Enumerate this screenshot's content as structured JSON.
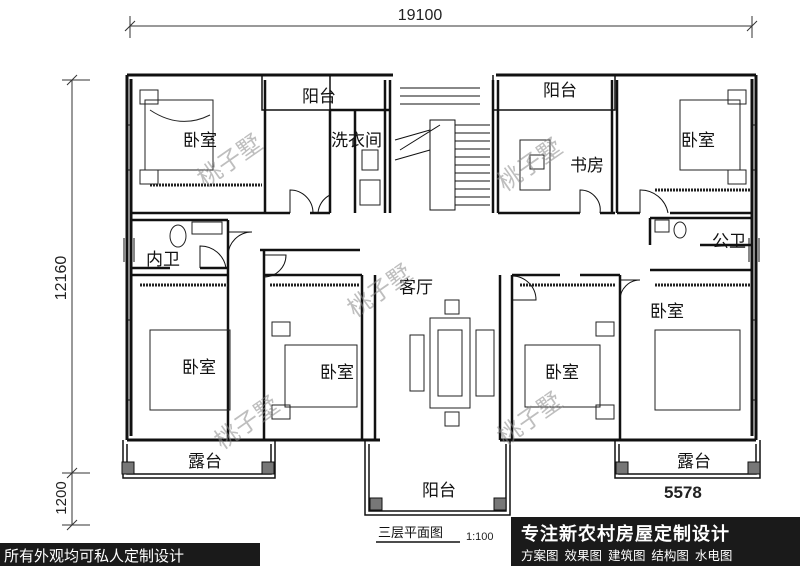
{
  "dimensions": {
    "overall_width": "19100",
    "overall_depth": "12160",
    "terrace_depth": "1200",
    "area_note": "5578"
  },
  "rooms": {
    "bedroom": "卧室",
    "balcony": "阳台",
    "laundry": "洗衣间",
    "study": "书房",
    "ensuite_bath": "内卫",
    "public_bath": "公卫",
    "living_room": "客厅",
    "terrace": "露台"
  },
  "drawing": {
    "title": "三层平面图",
    "scale": "1:100"
  },
  "watermark": "桃子墅",
  "banner": {
    "headline": "专注新农村房屋定制设计",
    "services": "方案图 效果图 建筑图 结构图 水电图",
    "note": "所有外观均可私人定制设计"
  }
}
